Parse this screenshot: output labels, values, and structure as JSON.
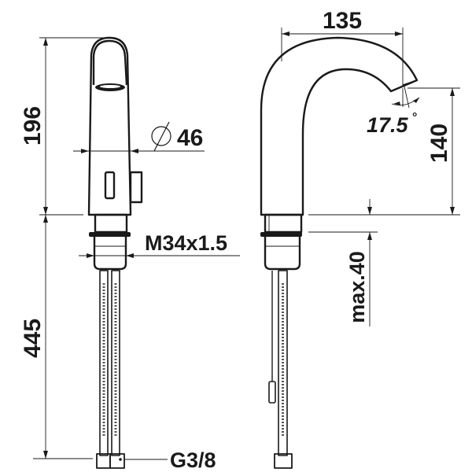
{
  "dimensions": {
    "height_total": "196",
    "diameter": "46",
    "thread": "M34x1.5",
    "below_deck": "445",
    "connection": "G3/8",
    "reach": "135",
    "spout_height": "140",
    "spout_angle": "17.5",
    "degree_symbol": "°",
    "max_deck": "max.40"
  },
  "colors": {
    "line": "#1a1a1a",
    "background": "#ffffff"
  }
}
